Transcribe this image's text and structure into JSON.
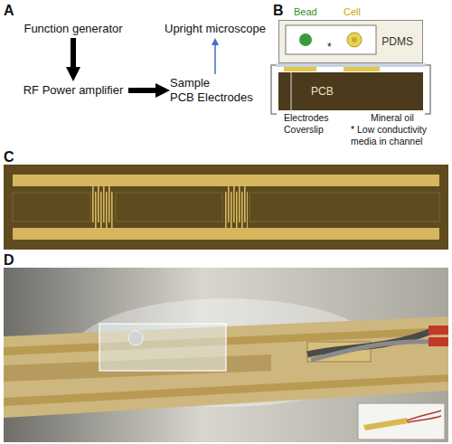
{
  "diagram": {
    "nodes": [
      {
        "text": [
          "Function generator"
        ]
      },
      {
        "text": [
          "RF Power amplifier"
        ]
      },
      {
        "text": [
          "Sample",
          "PCB Electrodes"
        ]
      },
      {
        "text": [
          "Upright microscope"
        ]
      },
      {
        "text": [
          "PDMS"
        ]
      },
      {
        "text": [
          "PCB"
        ]
      }
    ],
    "edges": [
      {
        "from": 0,
        "to": 1,
        "arrow": "to"
      },
      {
        "from": 1,
        "to": 2,
        "arrow": "to"
      },
      {
        "from": 2,
        "to": 3,
        "arrow": "to"
      }
    ],
    "labels": [
      "A",
      "B",
      "Bead",
      "Cell",
      "*",
      "Electrodes",
      "Coverslip",
      "Mineral oil",
      "* Low conductivity media in channel",
      "C",
      "D"
    ]
  }
}
